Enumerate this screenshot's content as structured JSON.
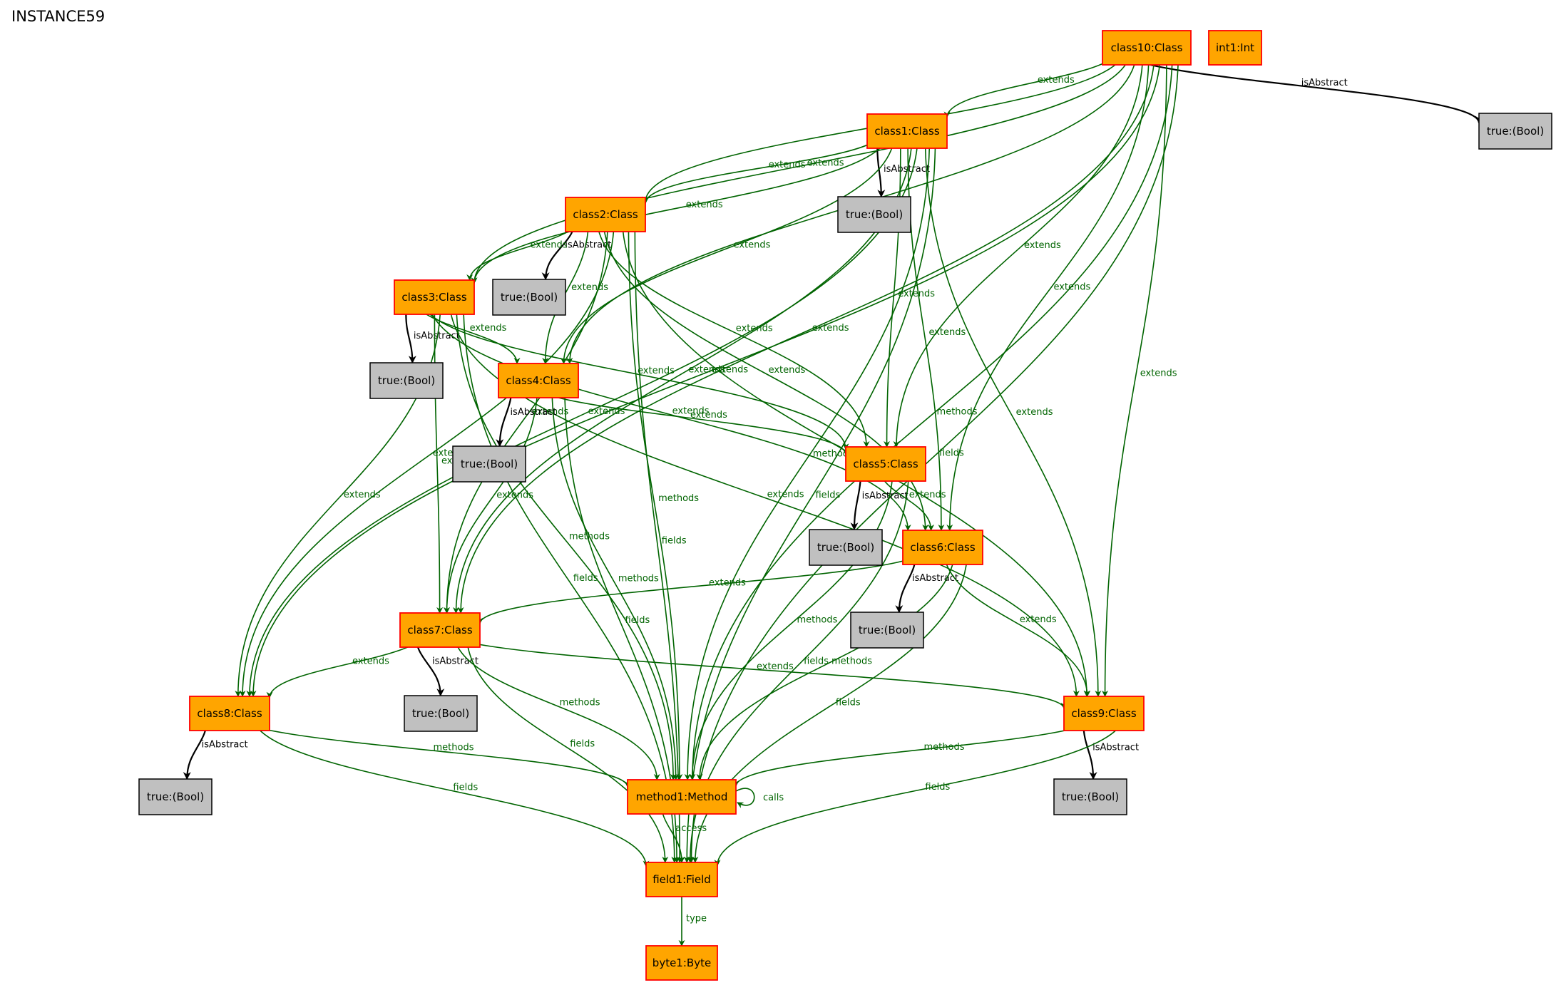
{
  "title": "INSTANCE59",
  "colors": {
    "class_fill": "#ffa500",
    "class_stroke": "#ff0000",
    "bool_fill": "#c0c0c0",
    "bool_stroke": "#000000",
    "edge_green": "#006400",
    "edge_black": "#000000"
  },
  "nodes": [
    {
      "id": "class10",
      "label": "class10:Class",
      "kind": "class"
    },
    {
      "id": "int1",
      "label": "int1:Int",
      "kind": "class"
    },
    {
      "id": "b10",
      "label": "true:(Bool)",
      "kind": "bool"
    },
    {
      "id": "class1",
      "label": "class1:Class",
      "kind": "class"
    },
    {
      "id": "b1",
      "label": "true:(Bool)",
      "kind": "bool"
    },
    {
      "id": "class2",
      "label": "class2:Class",
      "kind": "class"
    },
    {
      "id": "b2",
      "label": "true:(Bool)",
      "kind": "bool"
    },
    {
      "id": "class3",
      "label": "class3:Class",
      "kind": "class"
    },
    {
      "id": "b3",
      "label": "true:(Bool)",
      "kind": "bool"
    },
    {
      "id": "class4",
      "label": "class4:Class",
      "kind": "class"
    },
    {
      "id": "b4",
      "label": "true:(Bool)",
      "kind": "bool"
    },
    {
      "id": "class5",
      "label": "class5:Class",
      "kind": "class"
    },
    {
      "id": "b5",
      "label": "true:(Bool)",
      "kind": "bool"
    },
    {
      "id": "class6",
      "label": "class6:Class",
      "kind": "class"
    },
    {
      "id": "b6",
      "label": "true:(Bool)",
      "kind": "bool"
    },
    {
      "id": "class7",
      "label": "class7:Class",
      "kind": "class"
    },
    {
      "id": "b7",
      "label": "true:(Bool)",
      "kind": "bool"
    },
    {
      "id": "class8",
      "label": "class8:Class",
      "kind": "class"
    },
    {
      "id": "b8",
      "label": "true:(Bool)",
      "kind": "bool"
    },
    {
      "id": "class9",
      "label": "class9:Class",
      "kind": "class"
    },
    {
      "id": "b9",
      "label": "true:(Bool)",
      "kind": "bool"
    },
    {
      "id": "method1",
      "label": "method1:Method",
      "kind": "class"
    },
    {
      "id": "field1",
      "label": "field1:Field",
      "kind": "class"
    },
    {
      "id": "byte1",
      "label": "byte1:Byte",
      "kind": "class"
    }
  ],
  "edges": [
    {
      "from": "class10",
      "to": "b10",
      "label": "isAbstract"
    },
    {
      "from": "class10",
      "to": "class1",
      "label": "extends"
    },
    {
      "from": "class10",
      "to": "class2",
      "label": "extends"
    },
    {
      "from": "class10",
      "to": "class3",
      "label": "extends"
    },
    {
      "from": "class10",
      "to": "class4",
      "label": "extends"
    },
    {
      "from": "class10",
      "to": "class5",
      "label": "extends"
    },
    {
      "from": "class10",
      "to": "class6",
      "label": "extends"
    },
    {
      "from": "class10",
      "to": "class7",
      "label": "extends"
    },
    {
      "from": "class10",
      "to": "class8",
      "label": "extends"
    },
    {
      "from": "class10",
      "to": "class9",
      "label": "extends"
    },
    {
      "from": "class10",
      "to": "method1",
      "label": "methods"
    },
    {
      "from": "class10",
      "to": "field1",
      "label": "fields"
    },
    {
      "from": "class1",
      "to": "b1",
      "label": "isAbstract"
    },
    {
      "from": "class1",
      "to": "class2",
      "label": "extends"
    },
    {
      "from": "class1",
      "to": "class3",
      "label": "extends"
    },
    {
      "from": "class1",
      "to": "class4",
      "label": "extends"
    },
    {
      "from": "class1",
      "to": "class5",
      "label": "extends"
    },
    {
      "from": "class1",
      "to": "class6",
      "label": "extends"
    },
    {
      "from": "class1",
      "to": "class7",
      "label": "extends"
    },
    {
      "from": "class1",
      "to": "class8",
      "label": "extends"
    },
    {
      "from": "class1",
      "to": "class9",
      "label": "extends"
    },
    {
      "from": "class1",
      "to": "method1",
      "label": "methods"
    },
    {
      "from": "class1",
      "to": "field1",
      "label": "fields"
    },
    {
      "from": "class2",
      "to": "b2",
      "label": "isAbstract"
    },
    {
      "from": "class2",
      "to": "class3",
      "label": "extends"
    },
    {
      "from": "class2",
      "to": "class4",
      "label": "extends"
    },
    {
      "from": "class2",
      "to": "class5",
      "label": "extends"
    },
    {
      "from": "class2",
      "to": "class6",
      "label": "extends"
    },
    {
      "from": "class2",
      "to": "class7",
      "label": "extends"
    },
    {
      "from": "class2",
      "to": "class8",
      "label": "extends"
    },
    {
      "from": "class2",
      "to": "class9",
      "label": "extends"
    },
    {
      "from": "class2",
      "to": "method1",
      "label": "methods"
    },
    {
      "from": "class2",
      "to": "field1",
      "label": "fields"
    },
    {
      "from": "class3",
      "to": "b3",
      "label": "isAbstract"
    },
    {
      "from": "class3",
      "to": "class4",
      "label": "extends"
    },
    {
      "from": "class3",
      "to": "class5",
      "label": "extends"
    },
    {
      "from": "class3",
      "to": "class6",
      "label": "extends"
    },
    {
      "from": "class3",
      "to": "class7",
      "label": "extends"
    },
    {
      "from": "class3",
      "to": "class8",
      "label": "extends"
    },
    {
      "from": "class3",
      "to": "class9",
      "label": "extends"
    },
    {
      "from": "class3",
      "to": "method1",
      "label": "methods"
    },
    {
      "from": "class3",
      "to": "field1",
      "label": "fields"
    },
    {
      "from": "class4",
      "to": "b4",
      "label": "isAbstract"
    },
    {
      "from": "class4",
      "to": "class5",
      "label": "extends"
    },
    {
      "from": "class4",
      "to": "class7",
      "label": "extends"
    },
    {
      "from": "class4",
      "to": "method1",
      "label": "methods"
    },
    {
      "from": "class4",
      "to": "field1",
      "label": "fields"
    },
    {
      "from": "class5",
      "to": "b5",
      "label": "isAbstract"
    },
    {
      "from": "class5",
      "to": "class6",
      "label": "extends"
    },
    {
      "from": "class5",
      "to": "method1",
      "label": "methods"
    },
    {
      "from": "class5",
      "to": "field1",
      "label": "fields"
    },
    {
      "from": "class6",
      "to": "b6",
      "label": "isAbstract"
    },
    {
      "from": "class6",
      "to": "class7",
      "label": "extends"
    },
    {
      "from": "class6",
      "to": "class9",
      "label": "extends"
    },
    {
      "from": "class6",
      "to": "method1",
      "label": "methods"
    },
    {
      "from": "class6",
      "to": "field1",
      "label": "fields"
    },
    {
      "from": "class7",
      "to": "b7",
      "label": "isAbstract"
    },
    {
      "from": "class7",
      "to": "class8",
      "label": "extends"
    },
    {
      "from": "class7",
      "to": "class9",
      "label": "extends"
    },
    {
      "from": "class7",
      "to": "method1",
      "label": "methods"
    },
    {
      "from": "class7",
      "to": "field1",
      "label": "fields"
    },
    {
      "from": "class8",
      "to": "b8",
      "label": "isAbstract"
    },
    {
      "from": "class8",
      "to": "method1",
      "label": "methods"
    },
    {
      "from": "class8",
      "to": "field1",
      "label": "fields"
    },
    {
      "from": "class9",
      "to": "b9",
      "label": "isAbstract"
    },
    {
      "from": "class9",
      "to": "method1",
      "label": "methods"
    },
    {
      "from": "class9",
      "to": "field1",
      "label": "fields"
    },
    {
      "from": "method1",
      "to": "method1",
      "label": "calls"
    },
    {
      "from": "method1",
      "to": "field1",
      "label": "access"
    },
    {
      "from": "field1",
      "to": "byte1",
      "label": "type"
    }
  ]
}
